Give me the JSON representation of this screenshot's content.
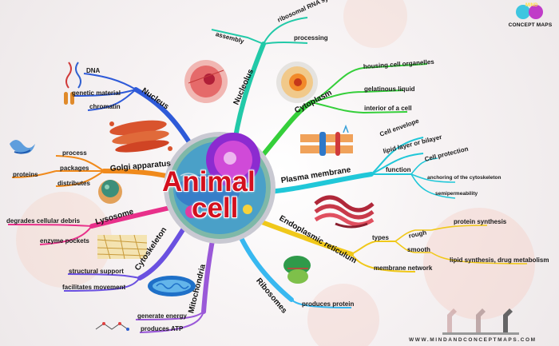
{
  "title": {
    "line1": "Animal",
    "line2": "cell"
  },
  "logo": {
    "mid": "MIND",
    "text": "CONCEPT MAPS"
  },
  "footer": "WWW.MINDANDCONCEPTMAPS.COM",
  "branches": {
    "nucleolus": {
      "label": "Nucleolus",
      "children": [
        "assembly",
        "ribosomal RNA synthesis",
        "processing"
      ]
    },
    "cytoplasm": {
      "label": "Cytoplasm",
      "children": [
        "housing cell organelles",
        "gelatinous liquid",
        "interior of a cell"
      ]
    },
    "plasma_membrane": {
      "label": "Plasma membrane",
      "children": [
        "Cell envelope",
        "lipid layer or bilayer",
        "function"
      ],
      "function_children": [
        "Cell protection",
        "anchoring of the cytoskeleton",
        "semipermeability"
      ]
    },
    "er": {
      "label": "Endoplasmic reticulum",
      "types_label": "types",
      "rough": "rough",
      "rough_child": "protein synthesis",
      "smooth": "smooth",
      "smooth_child": "lipid synthesis, drug metabolism",
      "membrane": "membrane network"
    },
    "ribosomes": {
      "label": "Ribosomes",
      "children": [
        "produces protein"
      ]
    },
    "mitochondria": {
      "label": "Mitochondria",
      "children": [
        "generate energy",
        "produces ATP"
      ]
    },
    "cytoskeleton": {
      "label": "Cytoskeleton",
      "children": [
        "structural support",
        "facilitates movement"
      ]
    },
    "lysosome": {
      "label": "Lysosome",
      "children": [
        "degrades cellular debris",
        "enzyme pockets"
      ]
    },
    "golgi": {
      "label": "Golgi apparatus",
      "proteins": "proteins",
      "children": [
        "process",
        "packages",
        "distributes"
      ]
    },
    "nucleus": {
      "label": "Nucleus",
      "children": [
        "DNA",
        "genetic material",
        "chromatin"
      ]
    }
  },
  "colors": {
    "nucleolus": "#22c9a8",
    "cytoplasm": "#35cf3a",
    "plasma_membrane": "#20c7d8",
    "er": "#f0c81a",
    "ribosomes": "#38b8f0",
    "mitochondria": "#9a58d8",
    "cytoskeleton": "#6a50e0",
    "lysosome": "#e8308a",
    "golgi": "#f08a1c",
    "nucleus": "#2e5ad8",
    "title": "#d3101e"
  }
}
